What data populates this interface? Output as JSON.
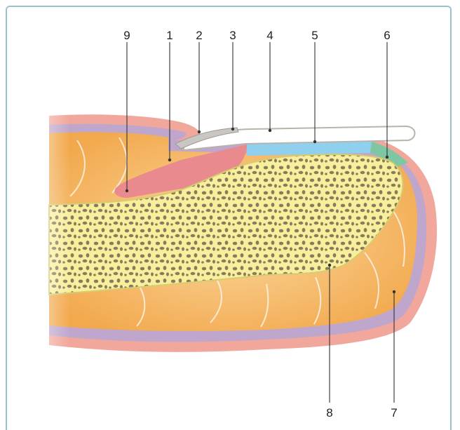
{
  "figure": {
    "labels": [
      {
        "id": "label-9",
        "text": "9"
      },
      {
        "id": "label-1",
        "text": "1"
      },
      {
        "id": "label-2",
        "text": "2"
      },
      {
        "id": "label-3",
        "text": "3"
      },
      {
        "id": "label-4",
        "text": "4"
      },
      {
        "id": "label-5",
        "text": "5"
      },
      {
        "id": "label-6",
        "text": "6"
      },
      {
        "id": "label-8",
        "text": "8"
      },
      {
        "id": "label-7",
        "text": "7"
      }
    ],
    "colors": {
      "frame": "#9cc2cf",
      "skin": "#f1a79b",
      "dermis": "#bfa6cc",
      "fat": "#f7c57a",
      "bone": "#f7ef9c",
      "nail_plate": "#ffffff",
      "nail_bed": "#8fd0ef",
      "hyponychium": "#7fc7a2",
      "matrix": "#e98a8e"
    }
  }
}
